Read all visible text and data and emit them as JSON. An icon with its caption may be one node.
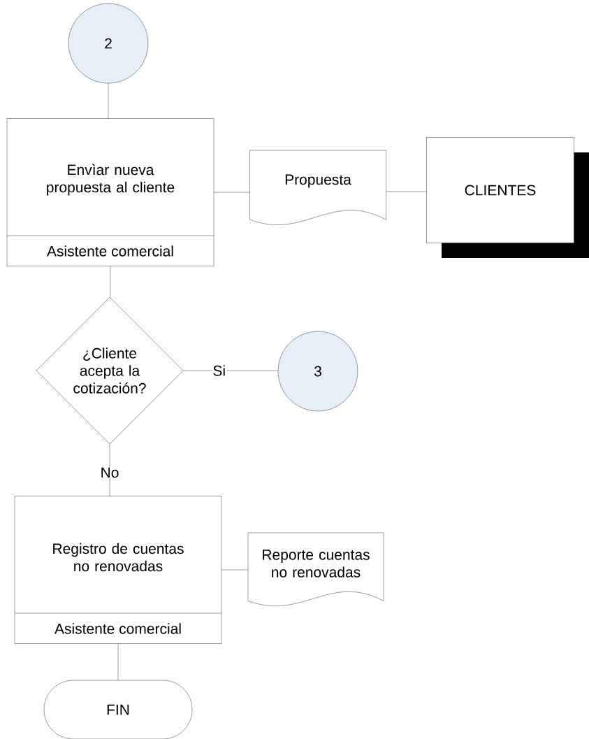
{
  "diagram": {
    "nodes": [
      {
        "text": [
          "2"
        ]
      },
      {
        "text": [
          "Envìar nueva propuesta al cliente",
          "Asistente comercial"
        ]
      },
      {
        "text": [
          "Propuesta"
        ]
      },
      {
        "text": [
          "CLIENTES"
        ]
      },
      {
        "text": [
          "¿Cliente acepta la cotización?"
        ]
      },
      {
        "text": [
          "3"
        ]
      },
      {
        "text": [
          "Registro de cuentas no renovadas",
          "Asistente comercial"
        ]
      },
      {
        "text": [
          "Reporte cuentas no renovadas"
        ]
      },
      {
        "text": [
          "FIN"
        ]
      }
    ],
    "edges": [
      {
        "from": 0,
        "to": 1,
        "arrow": "none"
      },
      {
        "from": 1,
        "to": 2,
        "arrow": "none"
      },
      {
        "from": 2,
        "to": 3,
        "arrow": "none"
      },
      {
        "from": 1,
        "to": 4,
        "arrow": "none"
      },
      {
        "from": 4,
        "to": 5,
        "arrow": "none",
        "label": "Si"
      },
      {
        "from": 4,
        "to": 6,
        "arrow": "none",
        "label": "No"
      },
      {
        "from": 6,
        "to": 7,
        "arrow": "none"
      },
      {
        "from": 6,
        "to": 8,
        "arrow": "none"
      }
    ]
  }
}
